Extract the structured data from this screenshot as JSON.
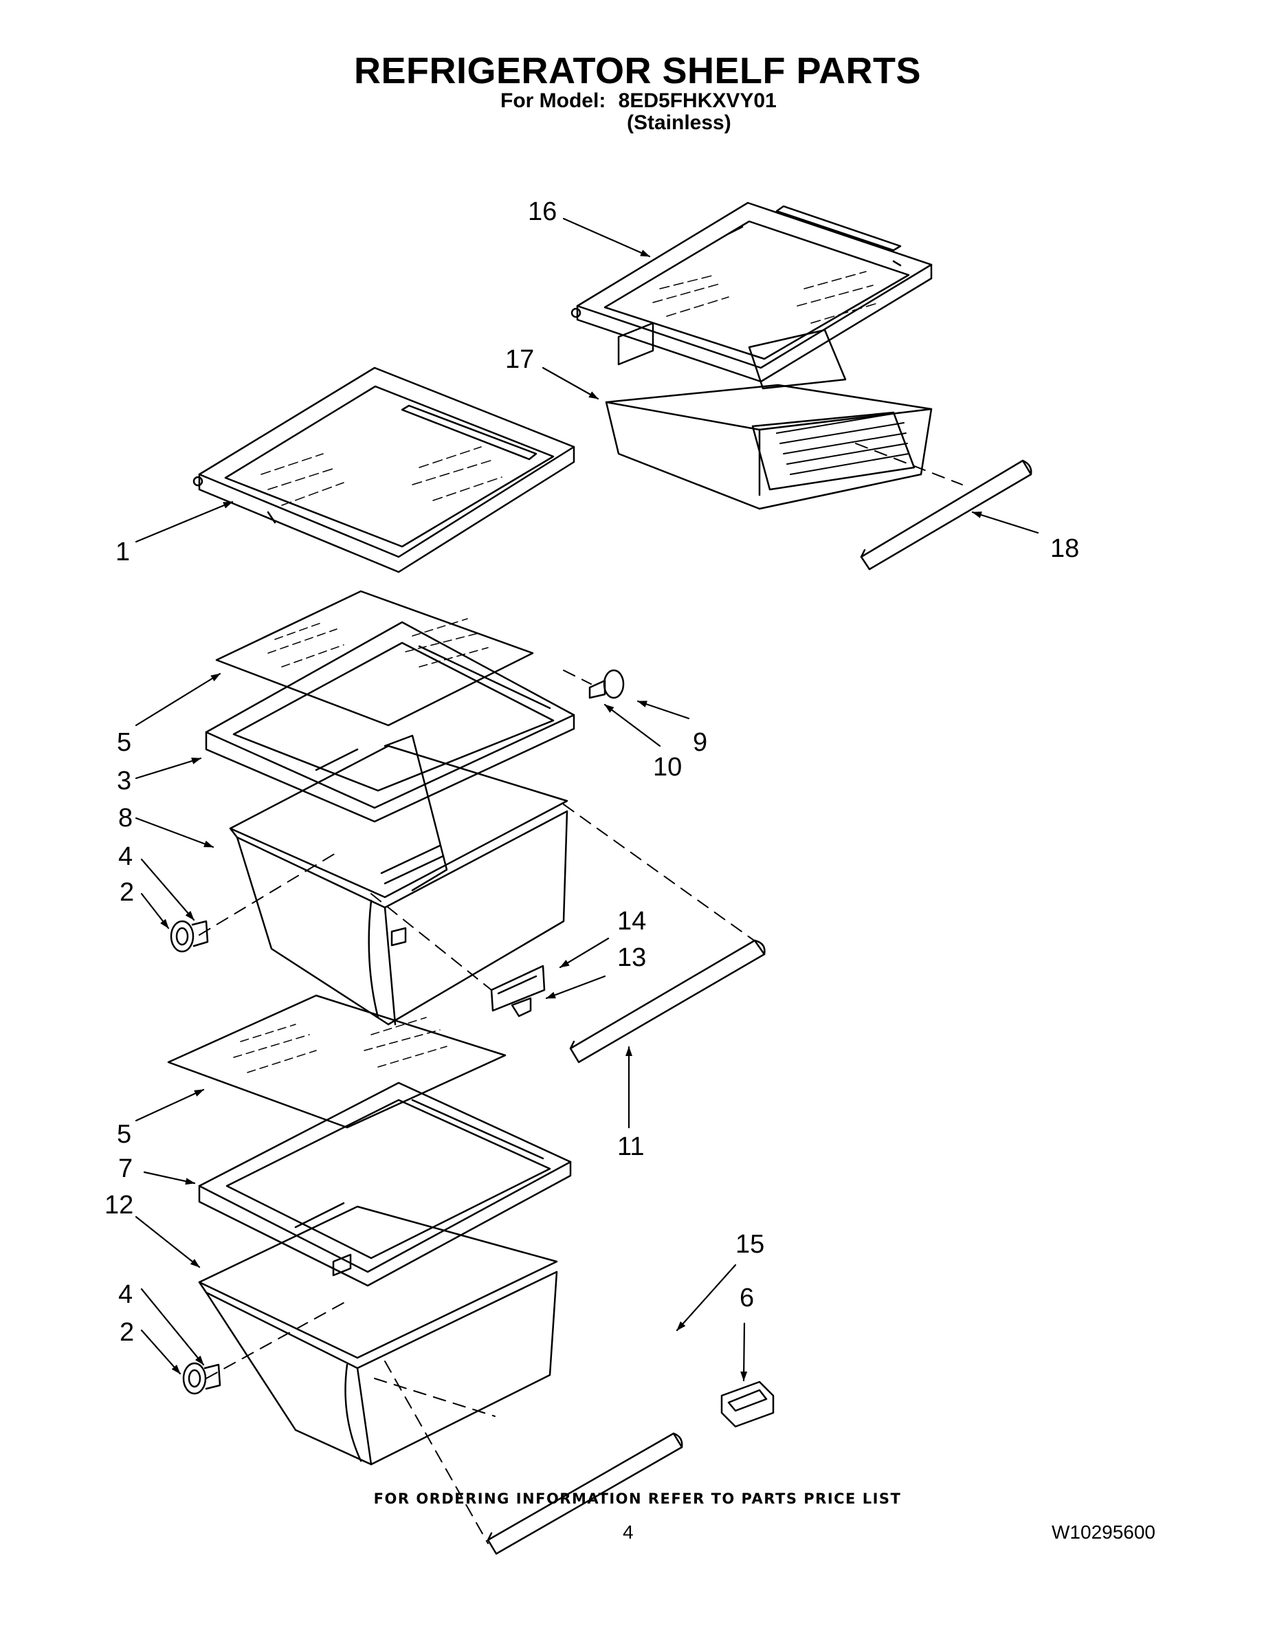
{
  "header": {
    "title": "REFRIGERATOR SHELF PARTS",
    "model_label": "For Model:",
    "model_number": "8ED5FHKXVY01",
    "finish": "(Stainless)"
  },
  "callouts": {
    "c1": "1",
    "c2a": "2",
    "c2b": "2",
    "c3": "3",
    "c4a": "4",
    "c4b": "4",
    "c5a": "5",
    "c5b": "5",
    "c6": "6",
    "c7": "7",
    "c8": "8",
    "c9": "9",
    "c10": "10",
    "c11": "11",
    "c12": "12",
    "c13": "13",
    "c14": "14",
    "c15": "15",
    "c16": "16",
    "c17": "17",
    "c18": "18"
  },
  "footer": {
    "ordering_note": "FOR ORDERING INFORMATION REFER TO PARTS PRICE LIST",
    "page_number": "4",
    "document_number": "W10295600"
  }
}
